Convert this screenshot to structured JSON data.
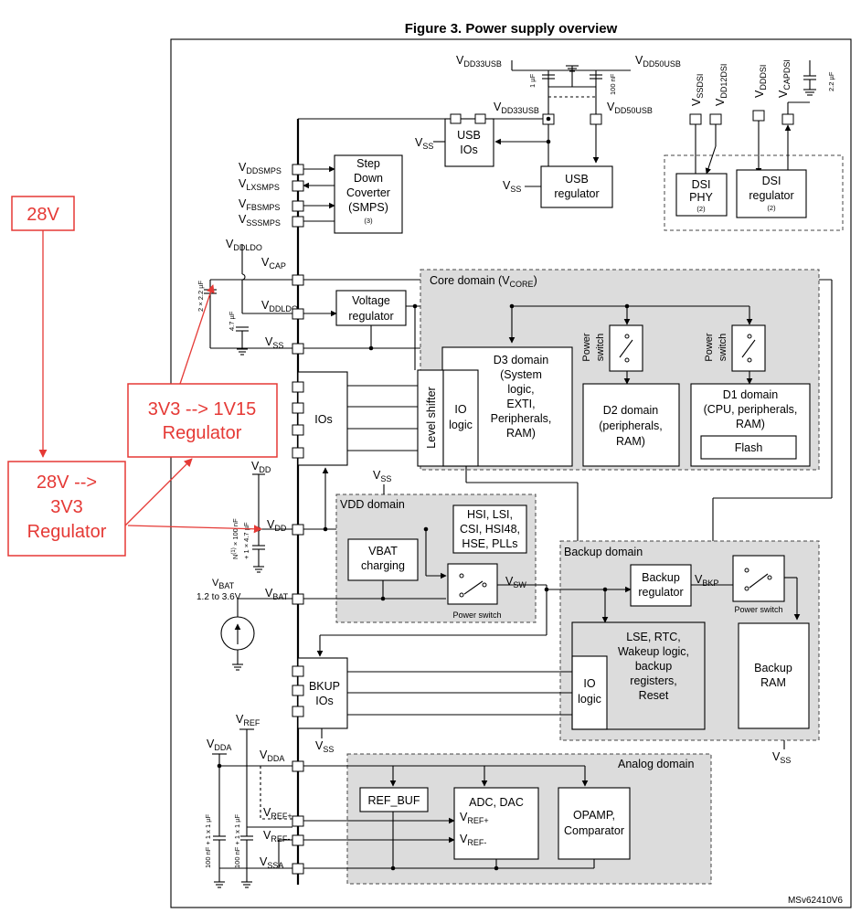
{
  "figure_title": "Figure 3. Power supply overview",
  "figure_id": "MSv62410V6",
  "annotations": {
    "a28v": "28V",
    "reg1_line1": "3V3 --> 1V15",
    "reg1_line2": "Regulator",
    "reg2_line1": "28V -->",
    "reg2_line2": "3V3",
    "reg2_line3": "Regulator"
  },
  "blocks": {
    "smps": [
      "Step",
      "Down",
      "Coverter",
      "(SMPS)",
      "(3)"
    ],
    "usb_ios": [
      "USB",
      "IOs"
    ],
    "usb_reg": [
      "USB",
      "regulator"
    ],
    "dsi_phy": [
      "DSI",
      "PHY",
      "(2)"
    ],
    "dsi_reg": [
      "DSI",
      "regulator",
      "(2)"
    ],
    "volt_reg": [
      "Voltage",
      "regulator"
    ],
    "core_domain": "Core domain (V",
    "core_domain_sub": "CORE",
    "core_domain_end": ")",
    "d3": [
      "D3 domain",
      "(System",
      "logic,",
      "EXTI,",
      "Peripherals,",
      "RAM)"
    ],
    "level_shifter": "Level shifter",
    "io_logic": [
      "IO",
      "logic"
    ],
    "ios": "IOs",
    "power_switch": [
      "Power",
      "switch"
    ],
    "d2": [
      "D2 domain",
      "(peripherals,",
      "RAM)"
    ],
    "d1": [
      "D1 domain",
      "(CPU, peripherals,",
      "RAM)"
    ],
    "flash": "Flash",
    "vdd_domain": "VDD domain",
    "hsi": [
      "HSI, LSI,",
      "CSI, HSI48,",
      "HSE, PLLs"
    ],
    "vbat_charging": [
      "VBAT",
      "charging"
    ],
    "power_switch_label": "Power switch",
    "backup_domain": "Backup domain",
    "backup_reg": [
      "Backup",
      "regulator"
    ],
    "backup_ram": [
      "Backup",
      "RAM"
    ],
    "lse": [
      "LSE, RTC,",
      "Wakeup logic,",
      "backup",
      "registers,",
      "Reset"
    ],
    "bkup_ios": [
      "BKUP",
      "IOs"
    ],
    "analog_domain": "Analog domain",
    "ref_buf": "REF_BUF",
    "adc_dac": "ADC, DAC",
    "opamp": [
      "OPAMP,",
      "Comparator"
    ]
  },
  "signals": {
    "vdd33usb": "V",
    "vdd33usb_sub": "DD33USB",
    "vdd50usb_sub": "DD50USB",
    "vss_sub": "SS",
    "vssdsi_sub": "SSDSI",
    "vdd12dsi_sub": "DD12DSI",
    "vdddsi_sub": "DDDSI",
    "vcapdsi_sub": "CAPDSI",
    "vddsmps_sub": "DDSMPS",
    "vlxsmps_sub": "LXSMPS",
    "vfbsmps_sub": "FBSMPS",
    "vsssmps_sub": "SSSMPS",
    "vddldo_sub": "DDLDO",
    "vcap_sub": "CAP",
    "vdd_sub": "DD",
    "vbat_sub": "BAT",
    "vbat_range": "1.2 to 3.6V",
    "vsw_sub": "SW",
    "vbkp_sub": "BKP",
    "vref_sub": "REF",
    "vdda_sub": "DDA",
    "vrefp_sub": "REF+",
    "vrefm_sub": "REF-",
    "vssa_sub": "SSA"
  },
  "caps": {
    "c1uf": "1 µF",
    "c100nf": "100 nF",
    "c22uf": "2.2 µF",
    "c22uf_2": "2 × 2.2 µF",
    "c47uf": "4.7 µF",
    "cvdd": "N",
    "cvdd_sup": "(1)",
    "cvdd_rest": " × 100 nF",
    "cvdd_2": "+ 1 × 4.7 µF",
    "cvdda": "100 nF + 1 x 1 µF",
    "cvref": "100 nF + 1 x 1 µF"
  }
}
